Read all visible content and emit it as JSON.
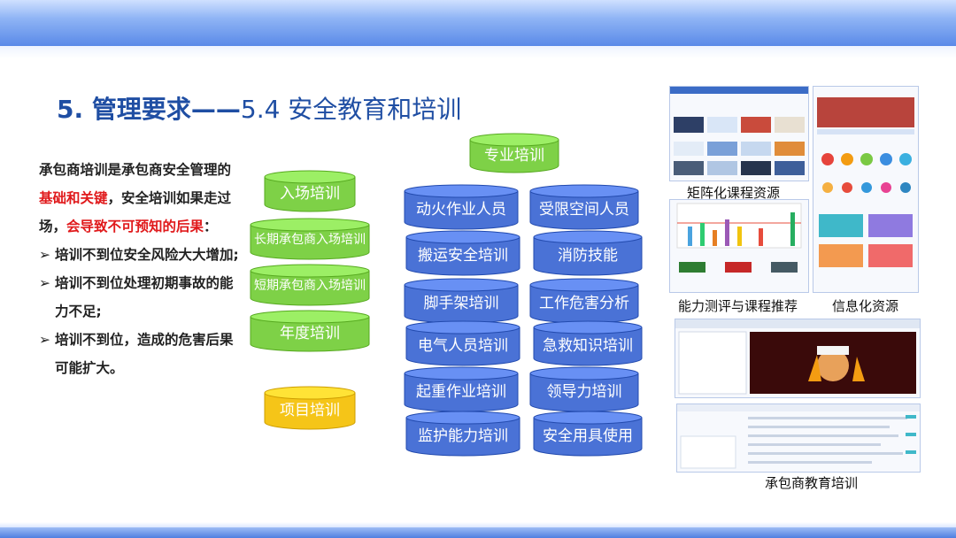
{
  "title": {
    "bold": "5. 管理要求——",
    "normal": "5.4 安全教育和培训"
  },
  "intro": {
    "part1": "承包商培训是承包商安全管理的",
    "part2_red": "基础和关键",
    "part3": "，安全培训如果走过场，",
    "part4_red": "会导致不可预知的后果",
    "part5": "："
  },
  "bullets": [
    "培训不到位安全风险大大增加;",
    "培训不到位处理初期事故的能力不足;",
    "培训不到位，造成的危害后果可能扩大。"
  ],
  "green_stack": [
    "入场培训",
    "长期承包商入场培训",
    "短期承包商入场培训",
    "年度培训"
  ],
  "project_label": "项目培训",
  "top_label": "专业培训",
  "blue_left": [
    "动火作业人员",
    "搬运安全培训",
    "脚手架培训",
    "电气人员培训",
    "起重作业培训",
    "监护能力培训"
  ],
  "blue_right": [
    "受限空间人员",
    "消防技能",
    "工作危害分析",
    "急救知识培训",
    "领导力培训",
    "安全用具使用"
  ],
  "captions": {
    "matrix": "矩阵化课程资源",
    "assess": "能力测评与课程推荐",
    "info": "信息化资源",
    "contractor": "承包商教育培训"
  },
  "colors": {
    "green": "#7ed147",
    "blue": "#4a72d6",
    "yellow": "#f5c518",
    "title": "#1f4ea3",
    "red": "#e0191b"
  }
}
